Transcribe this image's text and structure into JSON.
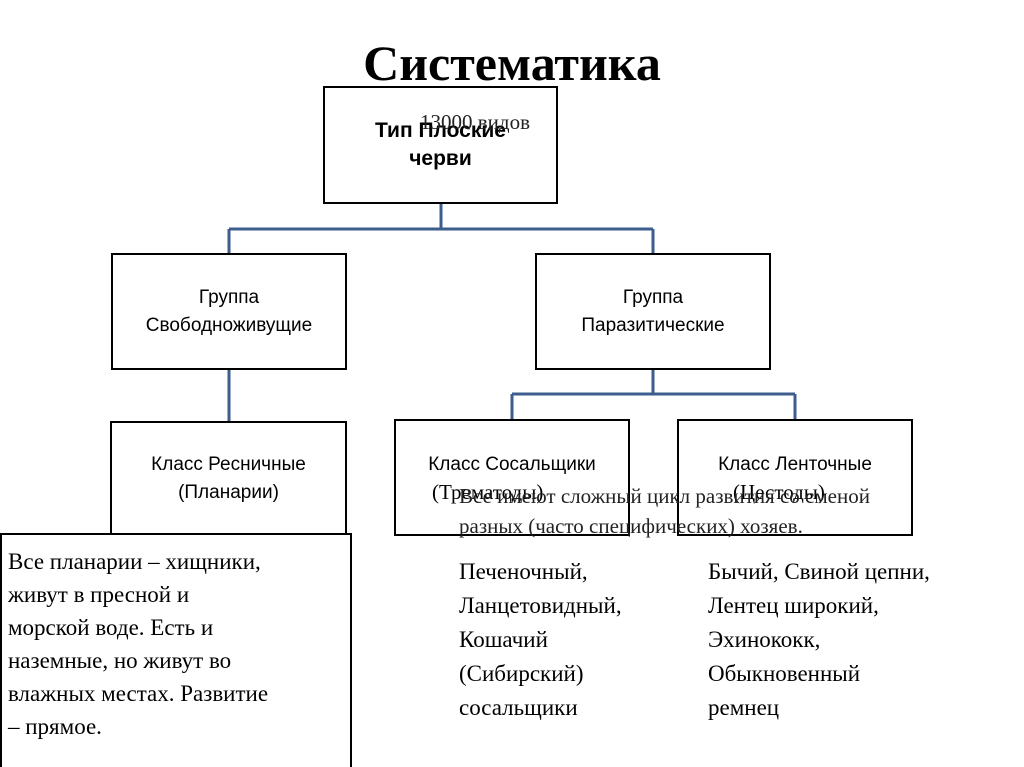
{
  "title": "Систематика",
  "root": {
    "line1": "Тип Плоские",
    "line2": "черви",
    "species_count": "13000 видов"
  },
  "groups": [
    {
      "line1": "Группа",
      "line2": "Свободноживущие"
    },
    {
      "line1": "Группа",
      "line2": "Паразитические"
    }
  ],
  "classes": [
    {
      "line1": "Класс Ресничные",
      "line2": "(Планарии)"
    },
    {
      "line1": "Класс Сосальщики",
      "line2": "(Трематоды)"
    },
    {
      "line1": "Класс Ленточные",
      "line2": "(Цестоды)"
    }
  ],
  "parasite_note": {
    "line1": "Все имеют сложный цикл развития со сменой",
    "line2": "разных (часто специфических) хозяев."
  },
  "cilia_description": [
    "Все планарии – хищники,",
    "живут в пресной и",
    "морской воде. Есть и",
    "наземные, но живут во",
    "влажных местах. Развитие",
    "– прямое."
  ],
  "flukes_species": [
    "Печеночный,",
    "Ланцетовидный,",
    "Кошачий",
    "(Сибирский)",
    "сосальщики"
  ],
  "tape_species": [
    "Бычий, Свиной цепни,",
    "Лентец широкий,",
    "Эхинококк,",
    "Обыкновенный",
    "ремнец"
  ],
  "colors": {
    "connector": "#3b5e8c",
    "border": "#000000"
  }
}
